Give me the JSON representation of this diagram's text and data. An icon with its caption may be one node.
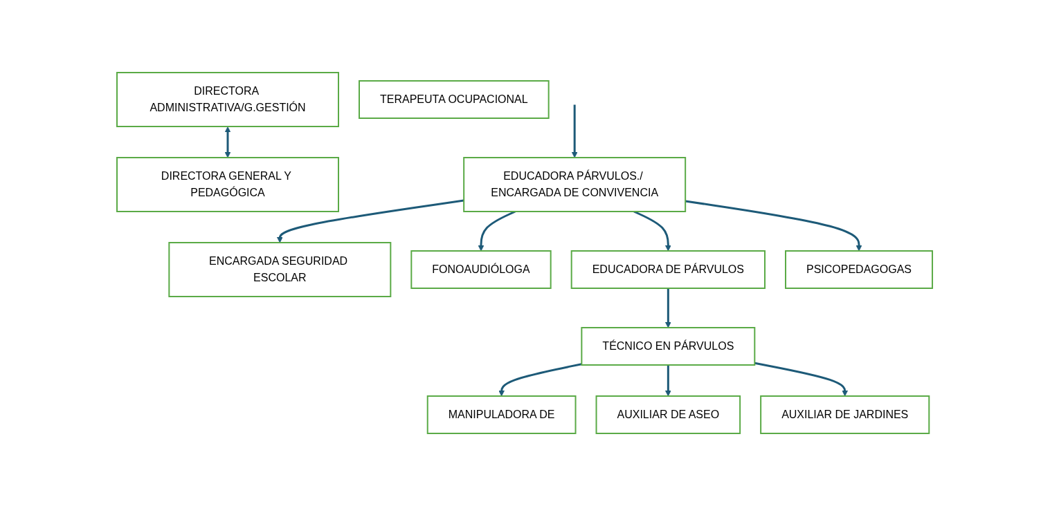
{
  "diagram": {
    "nodes": [
      {
        "text": [
          "DIRECTORA ADMINISTRATIVA/G.GESTIÓN"
        ]
      },
      {
        "text": [
          "DIRECTORA GENERAL Y PEDAGÓGICA"
        ]
      },
      {
        "text": [
          "EDUCADORA PÁRVULOS./ ENCARGADA DE CONVIVENCIA"
        ]
      },
      {
        "text": [
          "ENCARGADA SEGURIDAD ESCOLAR"
        ]
      },
      {
        "text": [
          "FONOAUDIÓLOGA"
        ]
      },
      {
        "text": [
          "EDUCADORA DE PÁRVULOS"
        ]
      },
      {
        "text": [
          "PSICOPEDAGOGAS"
        ]
      },
      {
        "text": [
          "TERAPEUTA OCUPACIONAL"
        ]
      },
      {
        "text": [
          "TÉCNICO EN PÁRVULOS"
        ]
      },
      {
        "text": [
          "MANIPULADORA DE"
        ]
      },
      {
        "text": [
          "AUXILIAR DE ASEO"
        ]
      },
      {
        "text": [
          "AUXILIAR DE JARDINES"
        ]
      }
    ],
    "edges": [
      {
        "from": 0,
        "to": 1,
        "arrow": "both"
      },
      {
        "from": null,
        "to": 2,
        "arrow": "to"
      },
      {
        "from": 2,
        "to": 3,
        "arrow": "to"
      },
      {
        "from": 2,
        "to": 4,
        "arrow": "to"
      },
      {
        "from": 2,
        "to": 5,
        "arrow": "to"
      },
      {
        "from": 2,
        "to": 6,
        "arrow": "to"
      },
      {
        "from": 5,
        "to": 8,
        "arrow": "to"
      },
      {
        "from": 8,
        "to": 9,
        "arrow": "to"
      },
      {
        "from": 8,
        "to": 10,
        "arrow": "to"
      },
      {
        "from": 8,
        "to": 11,
        "arrow": "to"
      }
    ]
  }
}
